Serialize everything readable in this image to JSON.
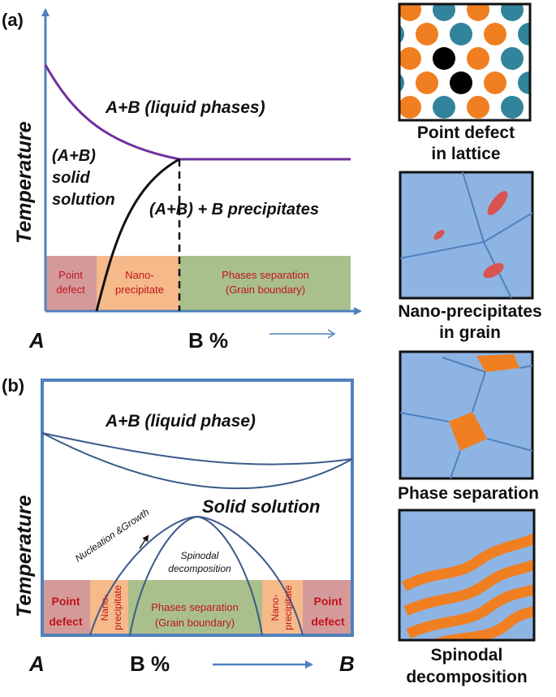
{
  "panel_a": {
    "label": "(a)",
    "y_axis": "Temperature",
    "x_start": "A",
    "x_end": "B %",
    "region_liquid": "A+B (liquid phases)",
    "region_solid_1": "(A+B)",
    "region_solid_2": "solid",
    "region_solid_3": "solution",
    "region_precip": "(A+B) + B precipitates",
    "band_point_1": "Point",
    "band_point_2": "defect",
    "band_nano_1": "Nano-",
    "band_nano_2": "precipitate",
    "band_phase_1": "Phases separation",
    "band_phase_2": "(Grain boundary)"
  },
  "panel_b": {
    "label": "(b)",
    "y_axis": "Temperature",
    "x_start": "A",
    "x_mid": "B %",
    "x_end": "B",
    "region_liquid": "A+B (liquid phase)",
    "region_solid": "Solid solution",
    "nucleation": "Nucleation &Growth",
    "spinodal_1": "Spinodal",
    "spinodal_2": "decomposition",
    "band_point_1": "Point",
    "band_point_2": "defect",
    "band_nano_1": "Nano-",
    "band_nano_2": "precipitate",
    "band_phase_1": "Phases separation",
    "band_phase_2": "(Grain boundary)",
    "band_nano_r1": "Nano-",
    "band_nano_r2": "precipitate",
    "band_point_r1": "Point",
    "band_point_r2": "defect"
  },
  "side": {
    "cap1_1": "Point defect",
    "cap1_2": "in lattice",
    "cap2_1": "Nano-precipitates",
    "cap2_2": "in grain",
    "cap3": "Phase separation",
    "cap4_1": "Spinodal",
    "cap4_2": "decomposition"
  },
  "colors": {
    "axis_blue": "#4f81bd",
    "liquidus_purple": "#7030a0",
    "band_point": "#d49a9a",
    "band_nano": "#f5b98a",
    "band_phase": "#a9c08c",
    "grain_fill": "#8eb4e3",
    "orange": "#f07f22",
    "teal": "#31849b",
    "band_text": "#c0141c"
  }
}
